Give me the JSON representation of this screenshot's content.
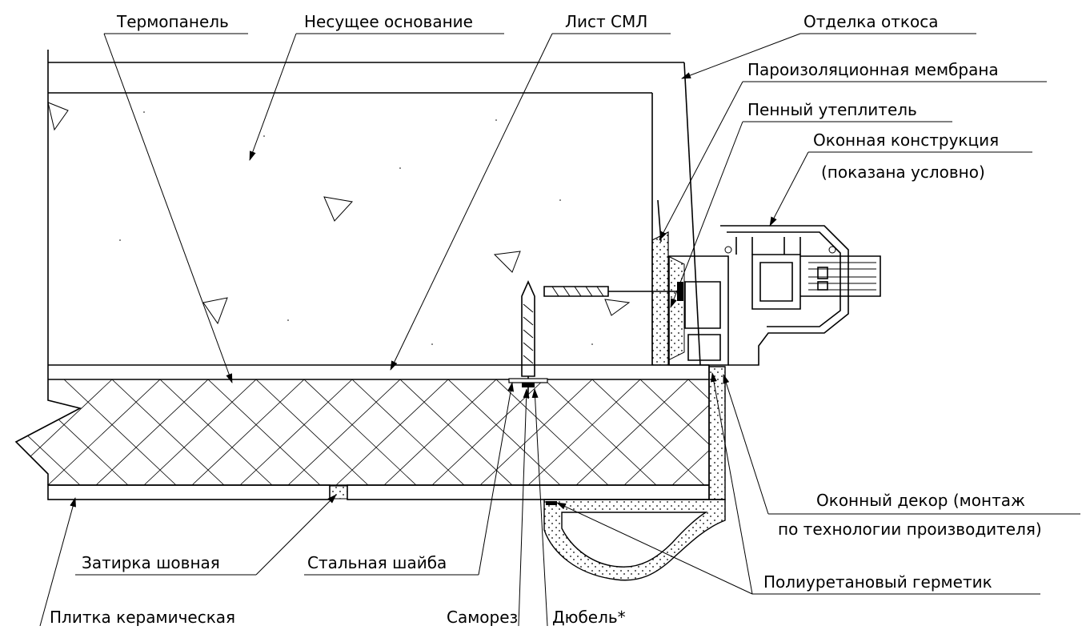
{
  "diagram": {
    "labels": {
      "thermopanel": "Термопанель",
      "bearing_base": "Несущее основание",
      "gsm_sheet": "Лист СМЛ",
      "slope_finish": "Отделка откоса",
      "vapor_membrane": "Пароизоляционная мембрана",
      "foam_insulation": "Пенный утеплитель",
      "window_construction_line1": "Оконная конструкция",
      "window_construction_line2": "(показана условно)",
      "window_decor_line1": "Оконный декор (монтаж",
      "window_decor_line2": "по технологии производителя)",
      "pu_sealant": "Полиуретановый герметик",
      "grout": "Затирка шовная",
      "steel_washer": "Стальная шайба",
      "ceramic_tile": "Плитка керамическая",
      "screw": "Саморез",
      "dowel": "Дюбель*"
    }
  }
}
